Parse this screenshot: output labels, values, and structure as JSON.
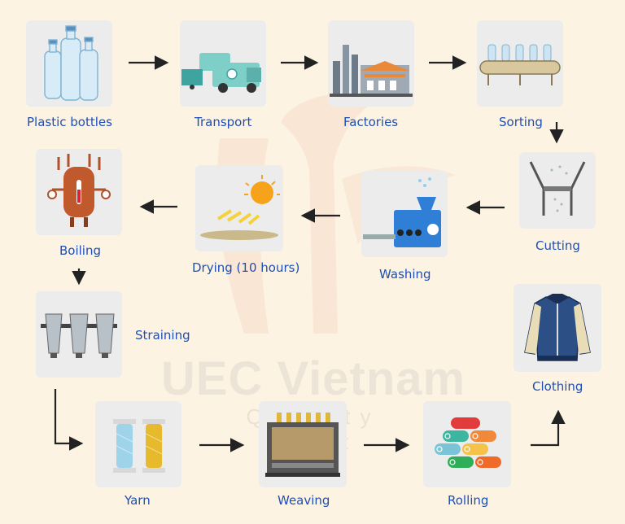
{
  "watermark": {
    "brand": "UEC Vietnam",
    "tagline": "Quality First"
  },
  "steps": {
    "plastic_bottles": "Plastic bottles",
    "transport": "Transport",
    "factories": "Factories",
    "sorting": "Sorting",
    "cutting": "Cutting",
    "washing": "Washing",
    "drying": "Drying (10 hours)",
    "boiling": "Boiling",
    "straining": "Straining",
    "yarn": "Yarn",
    "weaving": "Weaving",
    "rolling": "Rolling",
    "clothing": "Clothing"
  },
  "colors": {
    "label": "#1e4fb4",
    "arrow": "#222222",
    "tile": "#ececec",
    "background": "#fdf3e3"
  }
}
